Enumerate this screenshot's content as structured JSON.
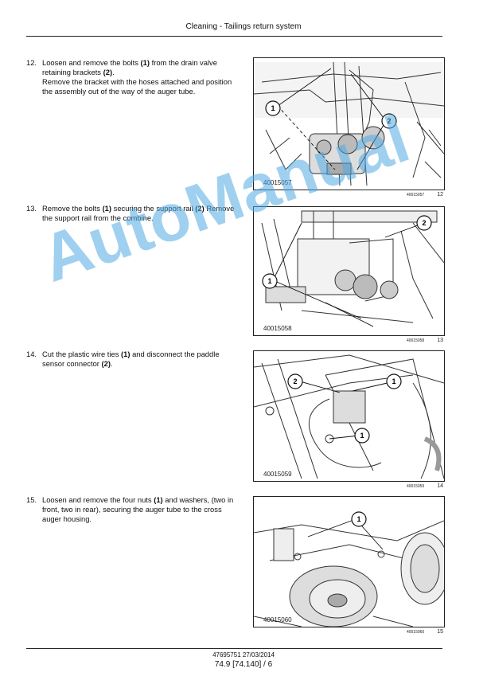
{
  "header": {
    "title": "Cleaning - Tailings return system"
  },
  "steps": [
    {
      "num": "12.",
      "text_html": "Loosen and remove the bolts <b>(1)</b> from the drain valve retaining brackets <b>(2)</b>.<br>Remove the bracket with the hoses attached and position the assembly out of the way of the auger tube.",
      "fig_code": "40015057",
      "fig_id": "40015057",
      "fig_num": "12"
    },
    {
      "num": "13.",
      "text_html": "Remove the bolts <b>(1)</b> securing the support rail <b>(2)</b> Remove the support rail from the combine.",
      "fig_code": "40015058",
      "fig_id": "40015058",
      "fig_num": "13"
    },
    {
      "num": "14.",
      "text_html": "Cut the plastic wire ties <b>(1)</b> and disconnect the paddle sensor connector <b>(2)</b>.",
      "fig_code": "40015059",
      "fig_id": "40015059",
      "fig_num": "14"
    },
    {
      "num": "15.",
      "text_html": "Loosen and remove the four nuts <b>(1)</b> and washers, (two in front, two in rear), securing the auger tube to the cross auger housing.",
      "fig_code": "40015060",
      "fig_id": "40015060",
      "fig_num": "15"
    }
  ],
  "callouts": {
    "one": "1",
    "two": "2"
  },
  "watermark": "AutoManual",
  "footer": {
    "doc_ref": "47695751 27/03/2014",
    "page": "74.9 [74.140] / 6"
  }
}
